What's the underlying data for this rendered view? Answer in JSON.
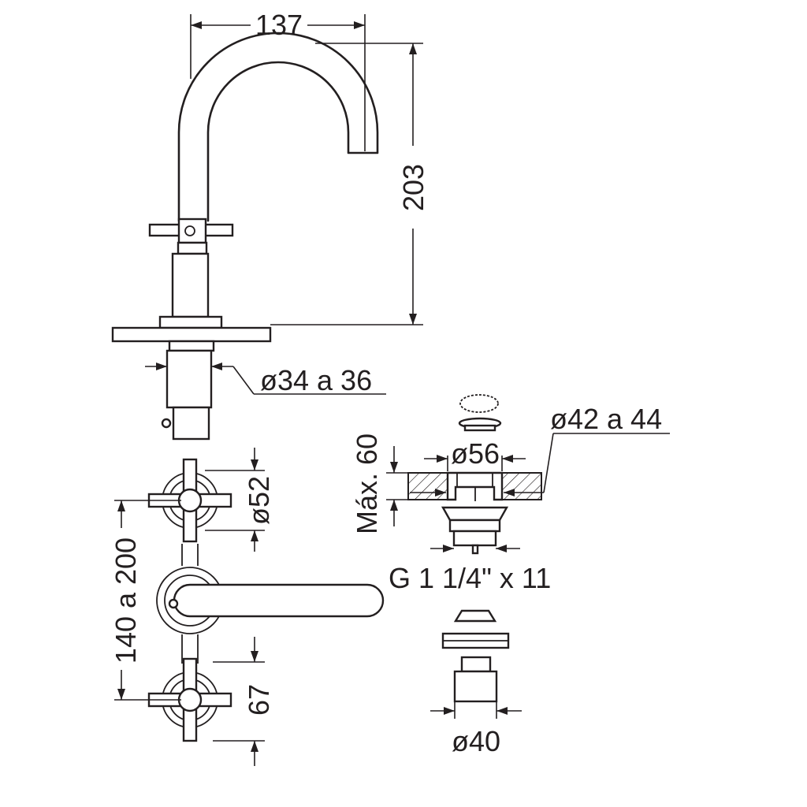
{
  "dimensions": {
    "spout_reach": "137",
    "spout_height": "203",
    "hole_diameter_spout": "ø34 a 36",
    "handle_rosette_diameter": "ø52",
    "handle_spacing": "140 a 200",
    "handle_to_deck": "67",
    "drain_hole_diameter": "ø42 a 44",
    "drain_flange_diameter": "ø56",
    "max_deck_thickness": "Máx. 60",
    "drain_thread": "G 1 1/4\" x 11",
    "drain_body_diameter": "ø40"
  }
}
